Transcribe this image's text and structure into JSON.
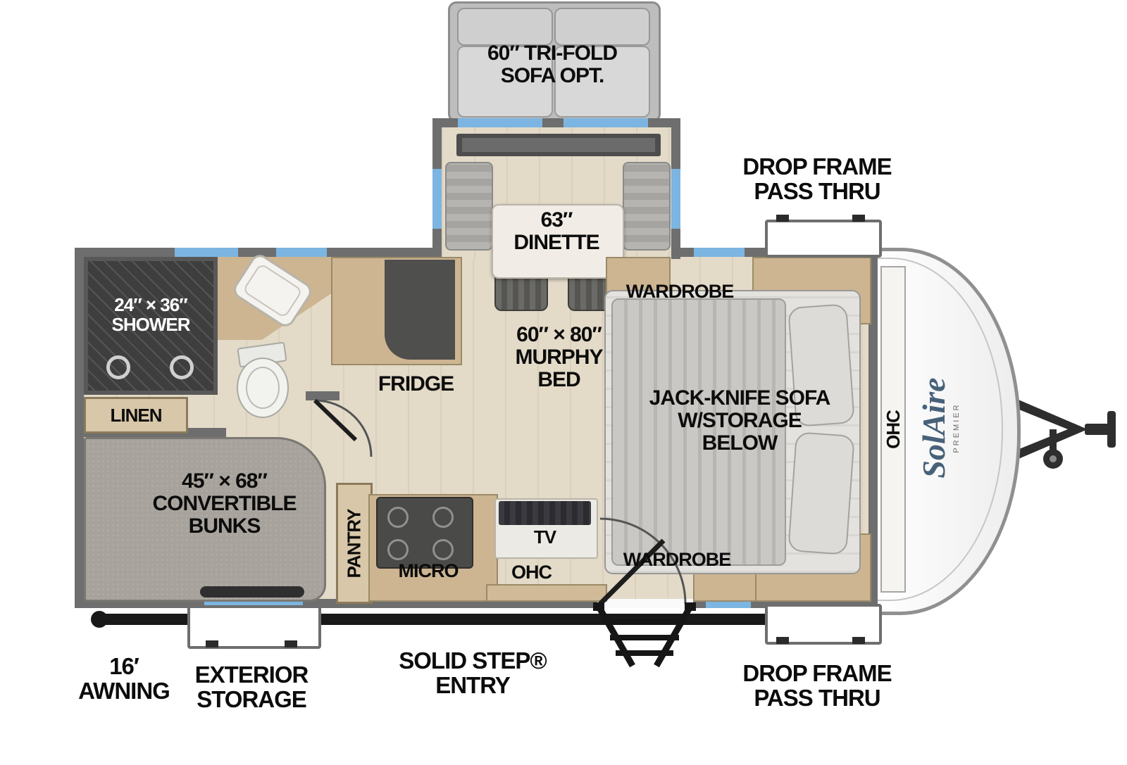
{
  "meta": {
    "product": "SolAire",
    "sub": "PREMIER"
  },
  "colors": {
    "wall_gray": "#6e6e6e",
    "floor_tan": "#e3dac8",
    "window_blue": "#7cb5e1",
    "cabinet_tan": "#cdb592",
    "carpet_gray": "#a7a39c",
    "logo_blue": "#47617a",
    "label_black": "#0c0c0c"
  },
  "areas": {
    "tri_fold_sofa": {
      "line1": "60″ TRI-FOLD",
      "line2": "SOFA OPT."
    },
    "drop_frame_top": {
      "line1": "DROP FRAME",
      "line2": "PASS THRU"
    },
    "dinette": {
      "line1": "63″",
      "line2": "DINETTE"
    },
    "wardrobe_top": {
      "label": "WARDROBE"
    },
    "shower": {
      "line1": "24″ × 36″",
      "line2": "SHOWER"
    },
    "linen": {
      "label": "LINEN"
    },
    "fridge": {
      "label": "FRIDGE"
    },
    "murphy_bed": {
      "line1": "60″ × 80″",
      "line2": "MURPHY",
      "line3": "BED"
    },
    "jack_knife": {
      "line1": "JACK-KNIFE SOFA",
      "line2": "W/STORAGE",
      "line3": "BELOW"
    },
    "ohc_front": {
      "label": "OHC"
    },
    "bunks": {
      "line1": "45″ × 68″",
      "line2": "CONVERTIBLE",
      "line3": "BUNKS"
    },
    "pantry": {
      "label": "PANTRY"
    },
    "micro": {
      "label": "MICRO"
    },
    "tv": {
      "label": "TV"
    },
    "ohc_kitchen": {
      "label": "OHC"
    },
    "wardrobe_bottom": {
      "label": "WARDROBE"
    },
    "awning": {
      "line1": "16′",
      "line2": "AWNING"
    },
    "exterior_storage": {
      "line1": "EXTERIOR",
      "line2": "STORAGE"
    },
    "entry": {
      "line1": "SOLID STEP®",
      "line2": "ENTRY"
    },
    "drop_frame_bottom": {
      "line1": "DROP FRAME",
      "line2": "PASS THRU"
    }
  }
}
